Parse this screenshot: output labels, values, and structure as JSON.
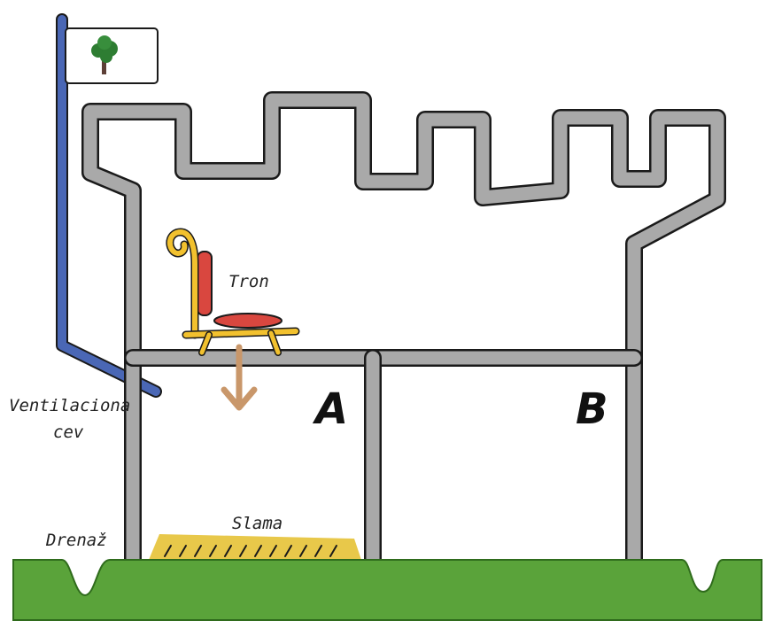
{
  "labels": {
    "throne": "Tron",
    "room_a": "A",
    "room_b": "B",
    "vent_line1": "Ventilaciona",
    "vent_line2": "cev",
    "drain": "Drenaž",
    "straw": "Slama"
  },
  "icons": {
    "flag": "tree-flag-icon",
    "arrow": "arrow-down-icon",
    "throne": "throne-icon"
  },
  "colors": {
    "wall": "#a9a9a9",
    "wall_outline": "#1a1a1a",
    "pipe": "#4a67b5",
    "grass": "#5aa33a",
    "straw": "#e8c84a",
    "throne_frame": "#f2c12e",
    "throne_cushion": "#d9473f",
    "arrow": "#c9976a",
    "tree": "#2e7d32"
  }
}
